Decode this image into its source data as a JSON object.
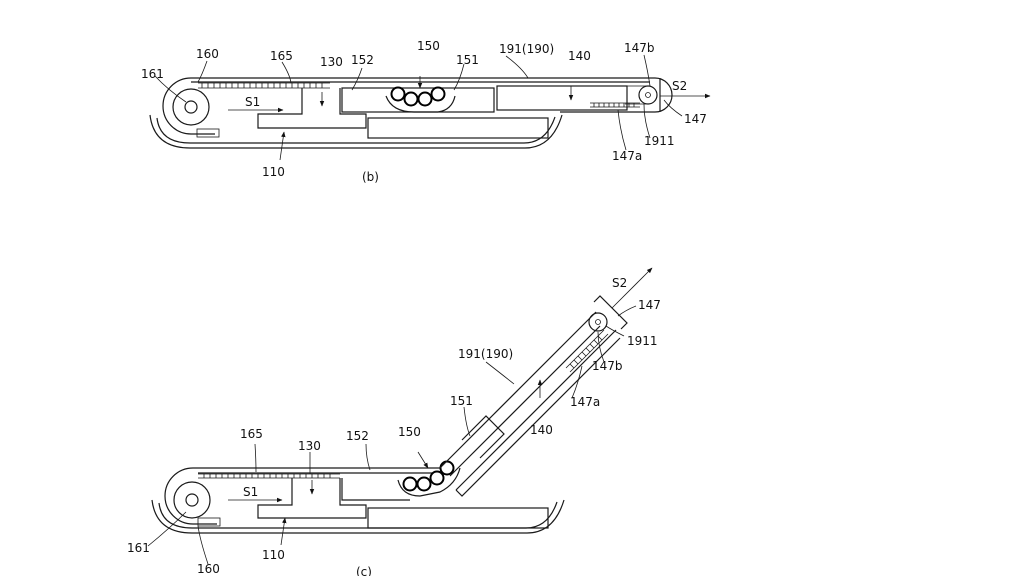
{
  "figure_b": {
    "caption": "(b)",
    "labels": {
      "l160": "160",
      "l161": "161",
      "l165": "165",
      "l130": "130",
      "l152": "152",
      "l150": "150",
      "l151": "151",
      "l191": "191(190)",
      "l140": "140",
      "l147b": "147b",
      "lS2": "S2",
      "l147": "147",
      "l1911": "1911",
      "l147a": "147a",
      "lS1": "S1",
      "l110": "110"
    }
  },
  "figure_c": {
    "caption": "(c)",
    "labels": {
      "lS2": "S2",
      "l147": "147",
      "l1911": "1911",
      "l191": "191(190)",
      "l147b": "147b",
      "l151": "151",
      "l147a": "147a",
      "l140": "140",
      "l165": "165",
      "l130": "130",
      "l152": "152",
      "l150": "150",
      "lS1": "S1",
      "l161": "161",
      "l110": "110",
      "l160": "160"
    }
  }
}
